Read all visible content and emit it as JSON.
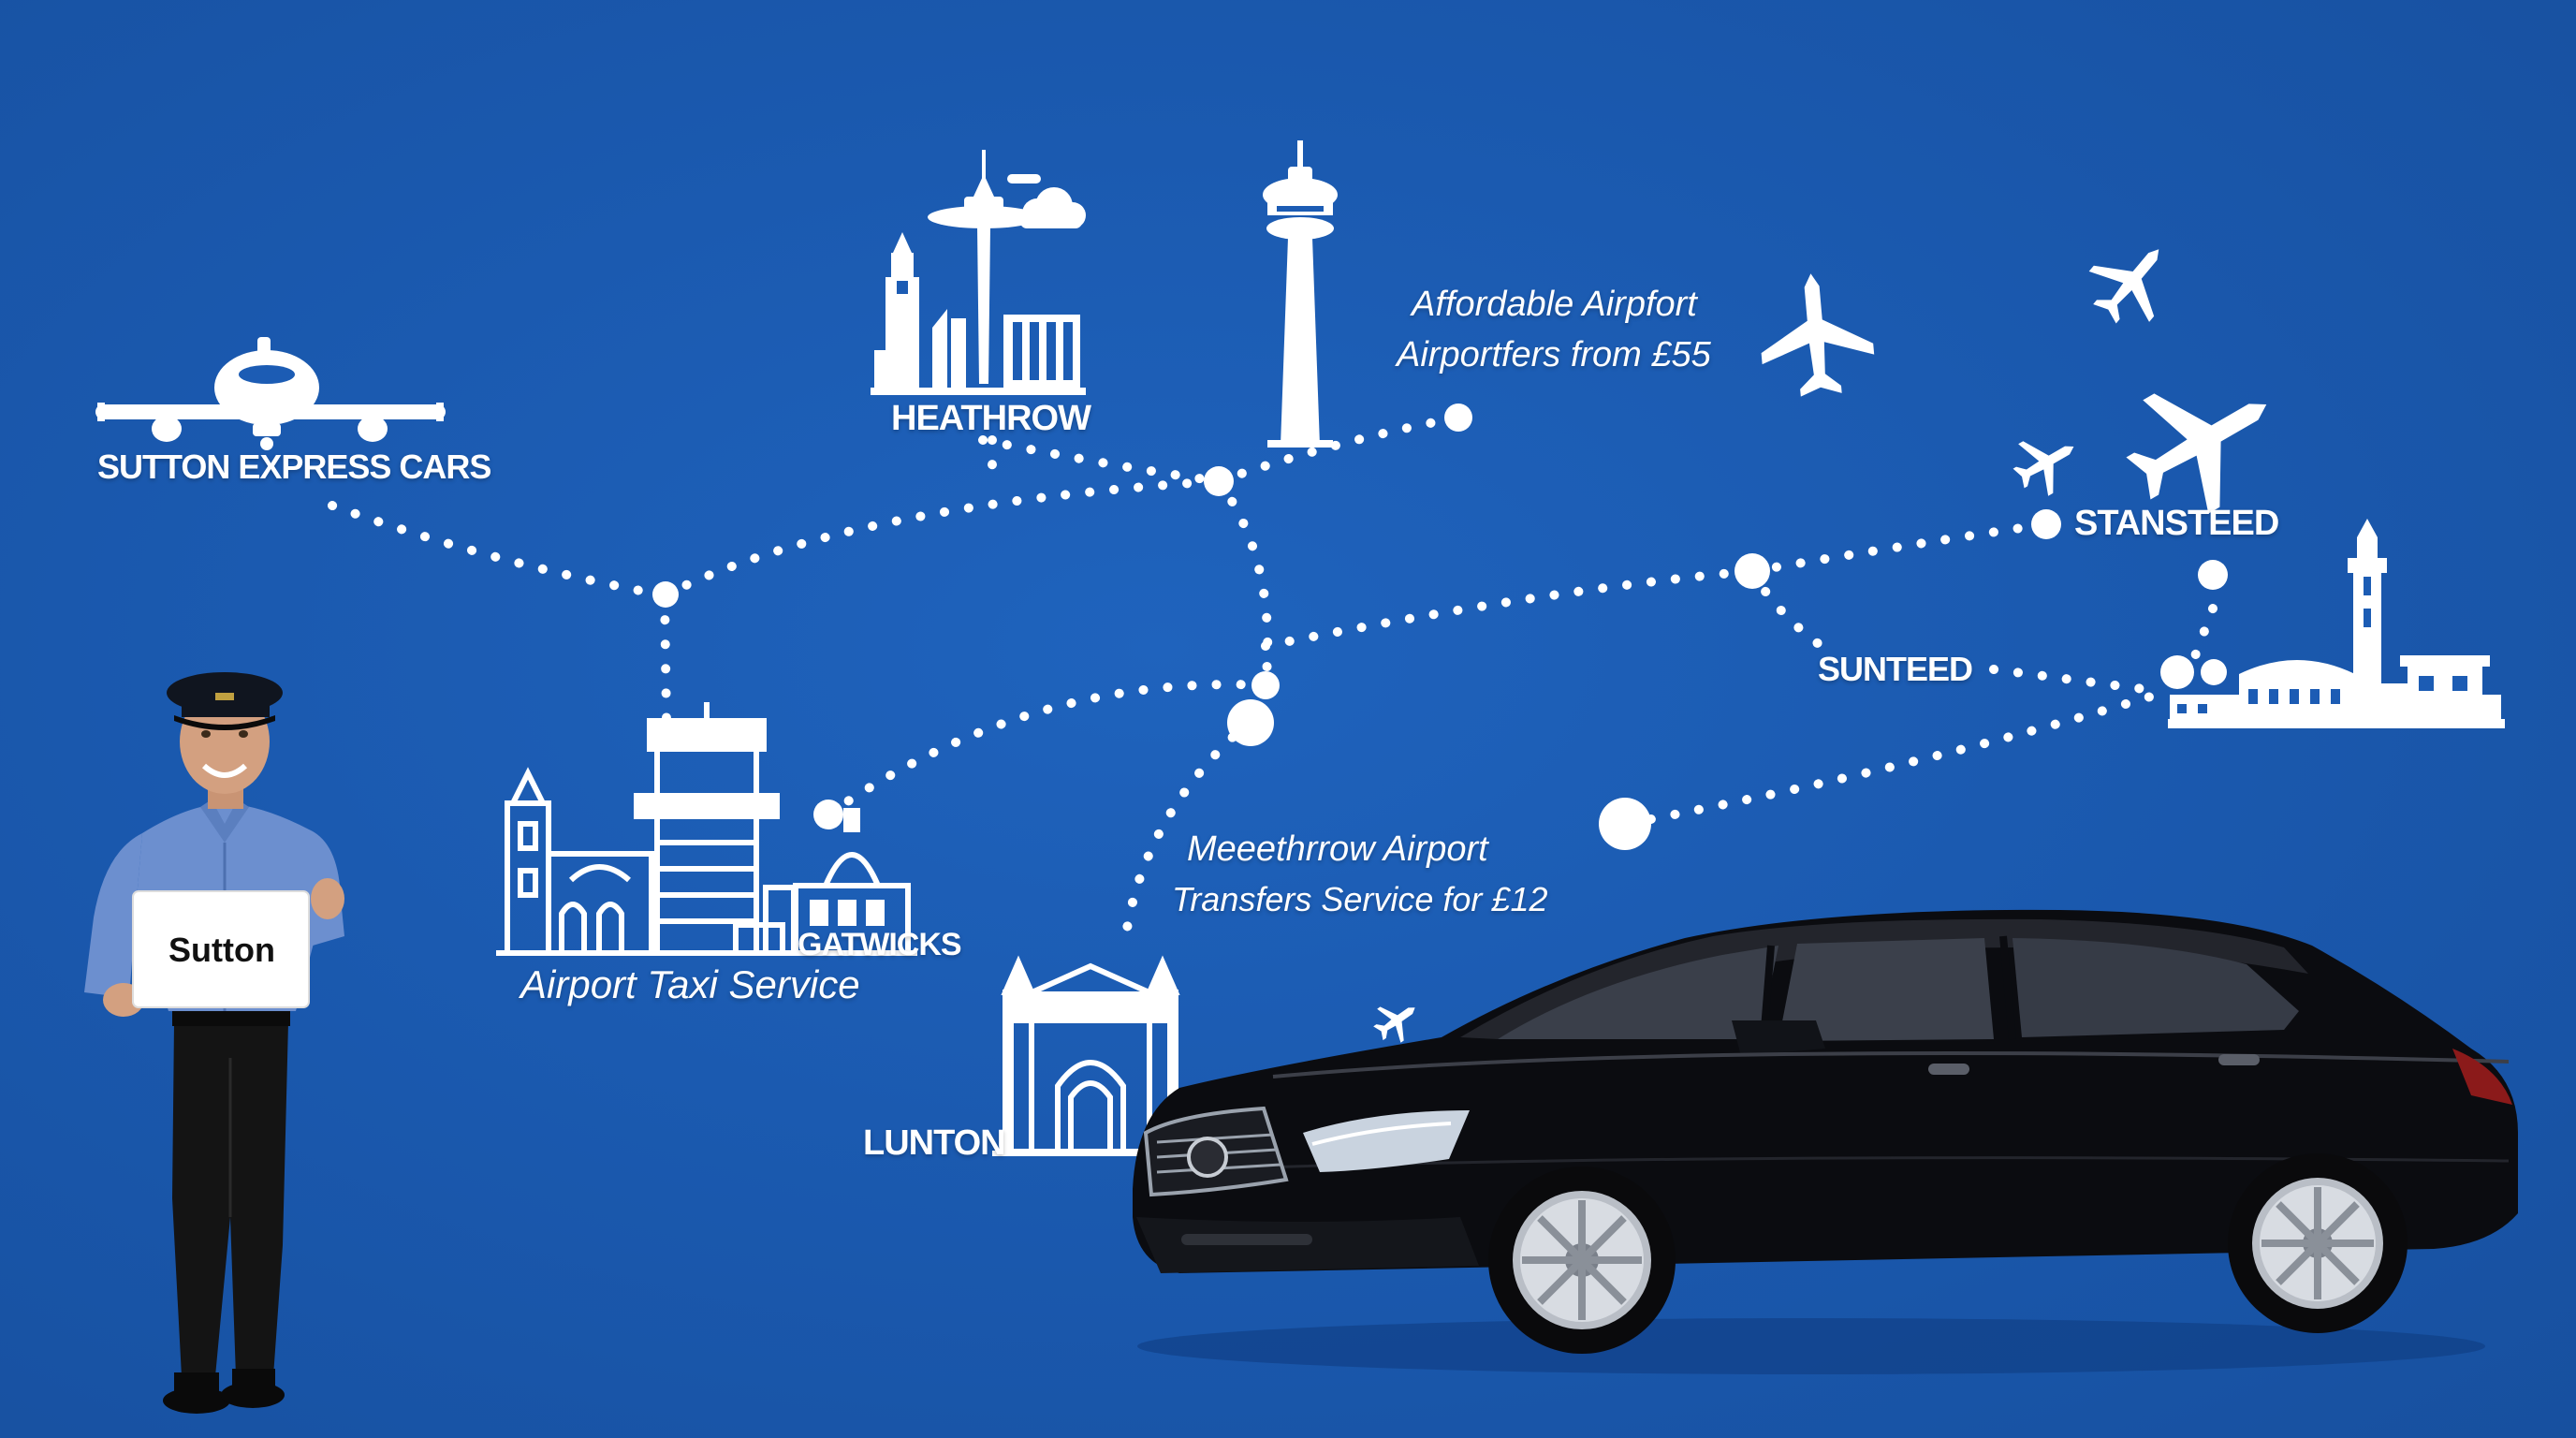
{
  "labels": {
    "sutton_express": "SUTTON EXPRESS CARS",
    "heathrow": "HEATHROW",
    "affordable_line1": "Affordable Airpfort",
    "affordable_line2": "Airportfers from £55",
    "stansteed": "STANSTEED",
    "sunteed": "SUNTEED",
    "gatwicks": "GATWICKS",
    "airport_taxi": "Airport Taxi Service",
    "meethrrow_line1": "Meeethrrow Airport",
    "meethrrow_line2": "Transfers Service for £12",
    "lunton": "LUNTON",
    "sign": "Sutton"
  },
  "colors": {
    "background": "#1c5cb4",
    "foreground": "#ffffff",
    "car_body": "#0b0c10",
    "uniform_shirt": "#6c8fcf",
    "uniform_trousers": "#111111"
  },
  "icons": [
    "airplane-icon-large-left",
    "airplane-icon-top-right",
    "airplane-icon-mid-right",
    "airplane-icon-small-right",
    "airplane-icon-near-affordable",
    "airplane-icon-small-car",
    "cloud-icon",
    "heathrow-skyline-icon",
    "tower-icon",
    "gatwick-skyline-icon",
    "lunton-building-icon",
    "stansted-skyline-icon"
  ]
}
